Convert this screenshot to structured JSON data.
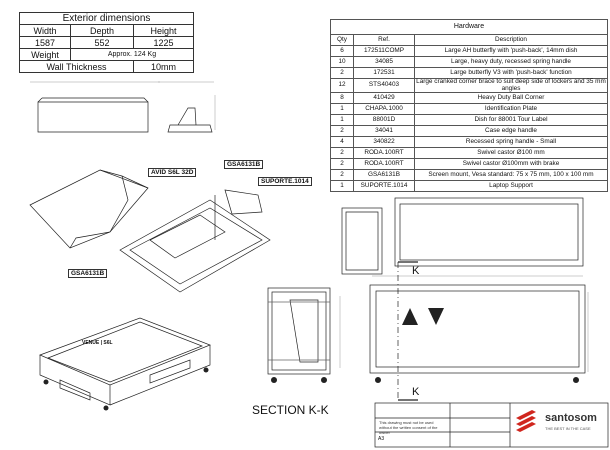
{
  "exterior": {
    "title": "Exterior dimensions",
    "headers": [
      "Width",
      "Depth",
      "Height"
    ],
    "values": [
      "1587",
      "552",
      "1225"
    ],
    "weight_label": "Weight",
    "weight_value": "Approx. 124 Kg",
    "wall_label": "Wall Thickness",
    "wall_value": "10mm"
  },
  "hardware": {
    "title": "Hardware",
    "headers": [
      "Qty",
      "Ref.",
      "Description"
    ],
    "rows": [
      [
        "6",
        "172511COMP",
        "Large AH butterfly with 'push-back', 14mm dish"
      ],
      [
        "10",
        "34085",
        "Large, heavy duty, recessed spring handle"
      ],
      [
        "2",
        "172531",
        "Large butterfly V3 with 'push-back' function"
      ],
      [
        "12",
        "STS40403",
        "Large cranked corner brace to suit deep side of lockers and 35 mm angles"
      ],
      [
        "8",
        "410429",
        "Heavy Duty Ball Corner"
      ],
      [
        "1",
        "CHAPA.1000",
        "Identification Plate"
      ],
      [
        "1",
        "88001D",
        "Dish for 88001 Tour Label"
      ],
      [
        "2",
        "34041",
        "Case edge handle"
      ],
      [
        "4",
        "340822",
        "Recessed spring handle - Small"
      ],
      [
        "2",
        "RODA.100RT",
        "Swivel castor Ø100 mm"
      ],
      [
        "2",
        "RODA.100RT",
        "Swivel castor Ø100mm with brake"
      ],
      [
        "2",
        "GSA6131B",
        "Screen mount, Vesa standard: 75 x 75 mm, 100 x 100 mm"
      ],
      [
        "1",
        "SUPORTE.1014",
        "Laptop Support"
      ]
    ]
  },
  "labels": {
    "avid": "AVID S6L 32D",
    "gsa_top": "GSA6131B",
    "suporte": "SUPORTE.1014",
    "gsa_left": "GSA6131B",
    "section": "SECTION K-K",
    "k_top": "K",
    "k_bottom": "K",
    "venue": "VENUE | S6L"
  },
  "title_block": {
    "brand": "santosom",
    "tagline": "THE BEST IN THE CASE",
    "note": "This drawing must not be used without the written consent of the owner",
    "sheet": "A3"
  }
}
